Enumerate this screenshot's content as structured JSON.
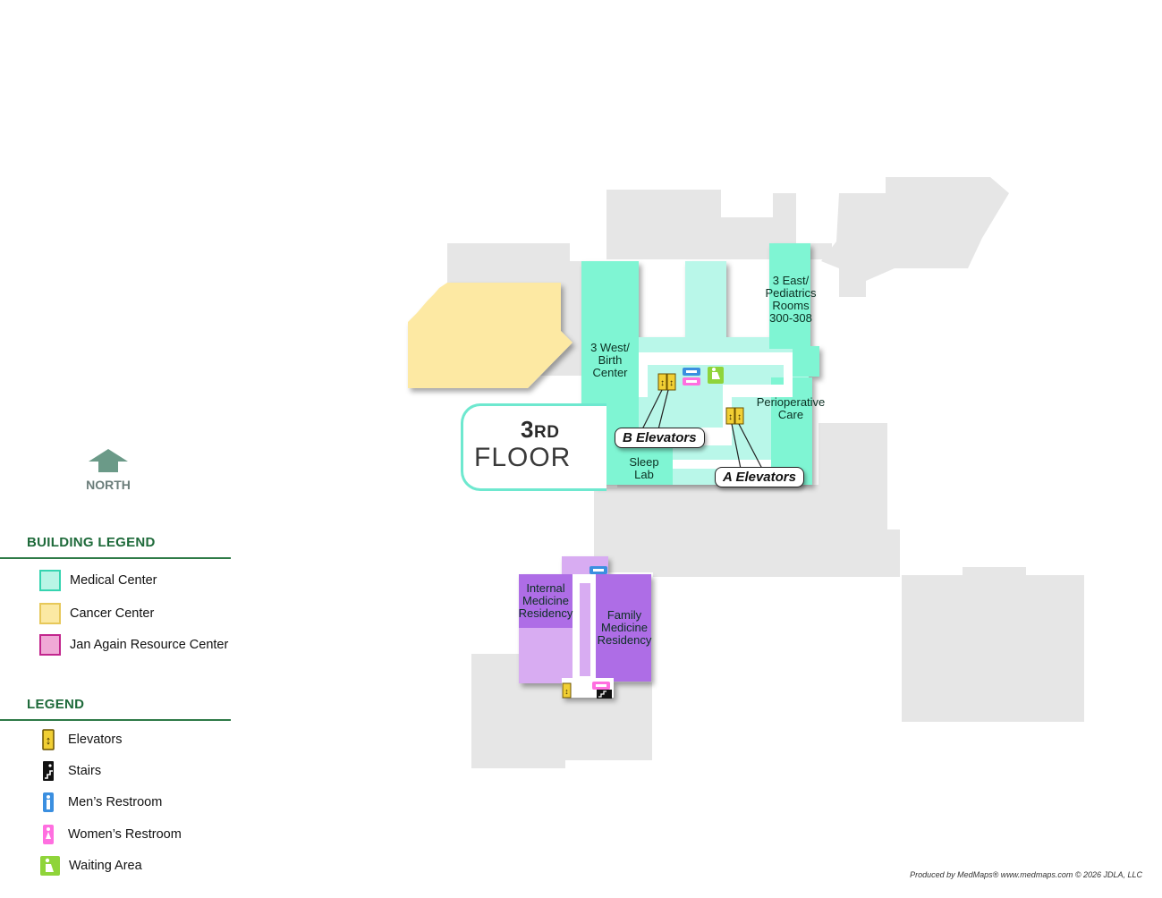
{
  "floor": {
    "number": "3",
    "suffix": "RD",
    "word": "FLOOR"
  },
  "north_label": "NORTH",
  "rooms": {
    "west_birth": "3 West/\nBirth\nCenter",
    "east_peds": "3 East/\nPediatrics\nRooms\n300-308",
    "periop": "Perioperative\nCare",
    "sleep_lab": "Sleep\nLab",
    "internal_med": "Internal\nMedicine\nResidency",
    "family_med": "Family\nMedicine\nResidency"
  },
  "callouts": {
    "b_elevators": "B Elevators",
    "a_elevators": "A Elevators"
  },
  "building_legend": {
    "title": "BUILDING LEGEND",
    "items": [
      {
        "label": "Medical Center",
        "fill": "#b9f5e6",
        "stroke": "#35d4b0"
      },
      {
        "label": "Cancer Center",
        "fill": "#fbe9a3",
        "stroke": "#e7c85a"
      },
      {
        "label": "Jan Again Resource Center",
        "fill": "#f0a9d6",
        "stroke": "#c2268d"
      }
    ]
  },
  "legend": {
    "title": "LEGEND",
    "items": [
      {
        "label": "Elevators",
        "icon": "elevator-icon"
      },
      {
        "label": "Stairs",
        "icon": "stairs-icon"
      },
      {
        "label": "Men’s Restroom",
        "icon": "mens-restroom-icon"
      },
      {
        "label": "Women’s Restroom",
        "icon": "womens-restroom-icon"
      },
      {
        "label": "Waiting Area",
        "icon": "waiting-area-icon"
      }
    ]
  },
  "credit": "Produced by MedMaps®  www.medmaps.com  © 2026 JDLA, LLC",
  "colors": {
    "medical_center": "#7ff5d3",
    "medical_center_light": "#b9f7e9",
    "cancer_center": "#fde9a3",
    "residency_dark": "#ae6de6",
    "residency_light": "#d8acf2",
    "context_building": "#e6e6e6",
    "legend_green": "#1e6a3a"
  }
}
